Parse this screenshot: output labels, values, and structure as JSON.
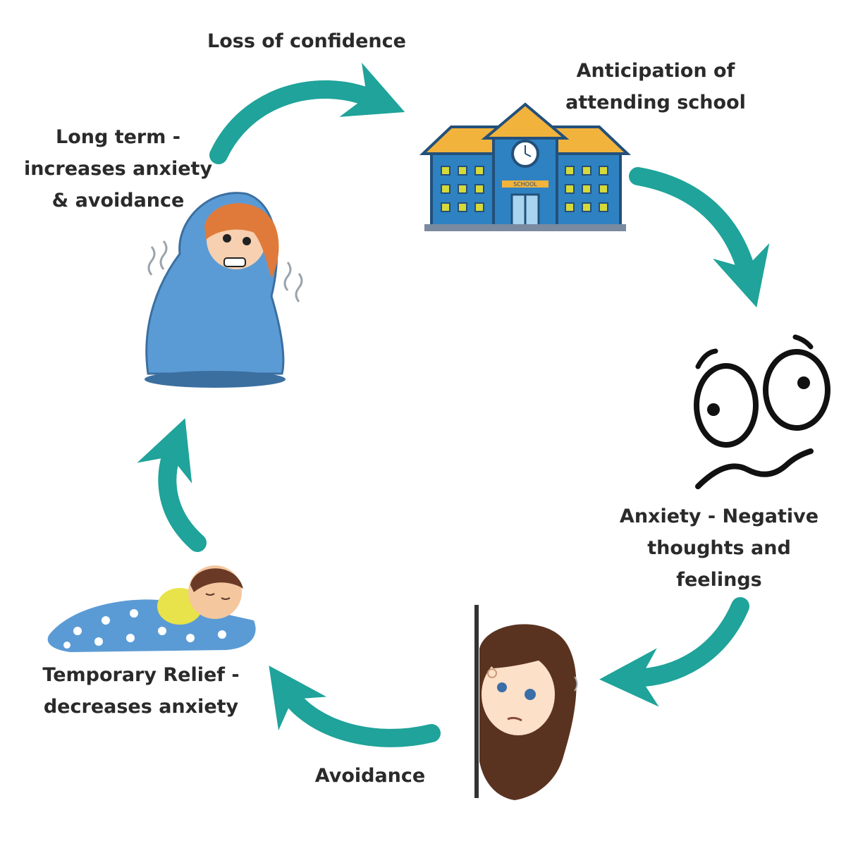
{
  "colors": {
    "arrow": "#1fa39a",
    "text": "#2a2a2a",
    "school_roof": "#f2b33d",
    "school_wall": "#2f82c2",
    "school_window": "#d6d93a",
    "blanket": "#5b9bd5",
    "hair_orange": "#e07a3a",
    "hair_brown": "#5a3320"
  },
  "labels": {
    "loss_of_confidence": "Loss of confidence",
    "anticipation": [
      "Anticipation of",
      "attending school"
    ],
    "anxiety": [
      "Anxiety - Negative",
      "thoughts and",
      "feelings"
    ],
    "avoidance": "Avoidance",
    "temporary_relief": [
      "Temporary Relief -",
      "decreases anxiety"
    ],
    "long_term": [
      "Long term -",
      "increases anxiety",
      "& avoidance"
    ]
  },
  "school_sign": "SCHOOL",
  "icons": [
    "school-building-icon",
    "worried-face-icon",
    "peeking-girl-icon",
    "sleeping-child-icon",
    "shivering-person-in-blanket-icon"
  ]
}
